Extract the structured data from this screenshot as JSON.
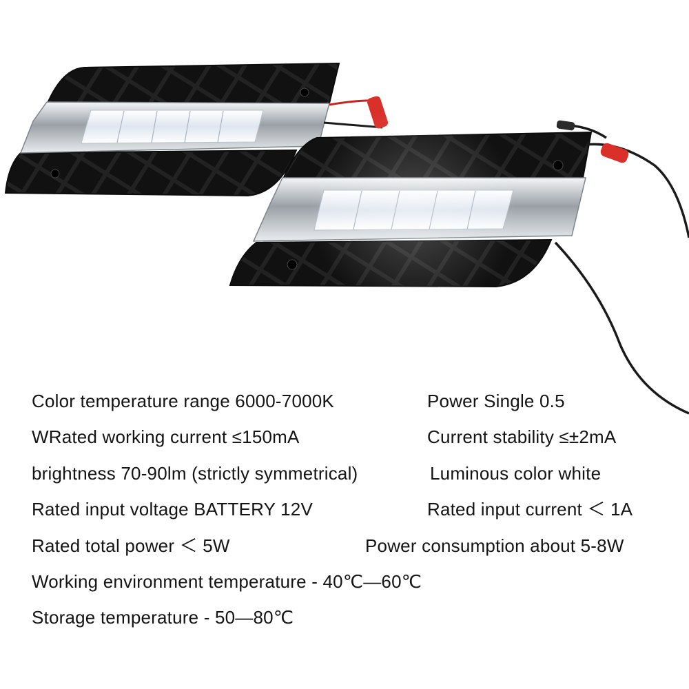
{
  "product": "LED daytime running light grille pair",
  "specs": {
    "color_temperature": "Color temperature range 6000-7000K",
    "power_single": "Power Single 0.5",
    "working_current": "WRated working current ≤150mA",
    "current_stability": "Current stability ≤±2mA",
    "brightness": "brightness 70-90lm (strictly symmetrical)",
    "luminous_color": "Luminous color white",
    "input_voltage": "Rated input voltage BATTERY 12V",
    "input_current": "Rated input current ＜ 1A",
    "total_power": "Rated total power ＜ 5W",
    "power_consumption": "Power consumption about 5-8W",
    "working_env_temp": "Working environment temperature - 40℃—60℃",
    "storage_temp": "Storage temperature - 50—80℃"
  },
  "colors": {
    "grille": "#1e1e1e",
    "chrome": "#cfd3d6",
    "led": "#f4f7ff",
    "wire": "#1a1a1a",
    "clip": "#d9302a",
    "text": "#141414"
  }
}
